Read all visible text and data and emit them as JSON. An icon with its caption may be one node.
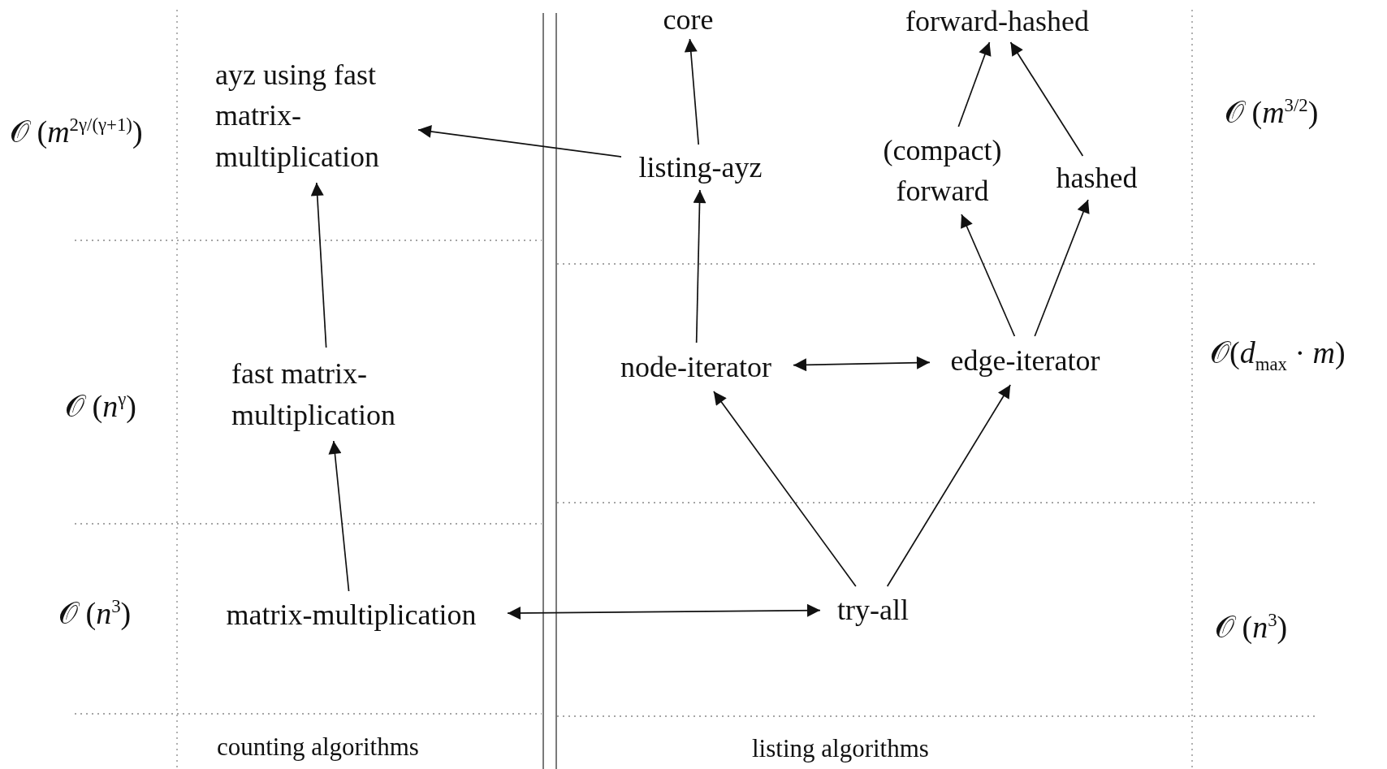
{
  "diagram": {
    "nodes": [
      {
        "text": [
          "ayz using fast matrix-multiplication"
        ]
      },
      {
        "text": [
          "fast matrix-multiplication"
        ]
      },
      {
        "text": [
          "matrix-multiplication"
        ]
      },
      {
        "text": [
          "core"
        ]
      },
      {
        "text": [
          "forward-hashed"
        ]
      },
      {
        "text": [
          "listing-ayz"
        ]
      },
      {
        "text": [
          "(compact) forward"
        ]
      },
      {
        "text": [
          "hashed"
        ]
      },
      {
        "text": [
          "node-iterator"
        ]
      },
      {
        "text": [
          "edge-iterator"
        ]
      },
      {
        "text": [
          "try-all"
        ]
      }
    ],
    "edges": [
      {
        "from": 5,
        "to": 0,
        "arrow": "to"
      },
      {
        "from": 1,
        "to": 0,
        "arrow": "to"
      },
      {
        "from": 2,
        "to": 1,
        "arrow": "to"
      },
      {
        "from": 2,
        "to": 10,
        "arrow": "both"
      },
      {
        "from": 5,
        "to": 3,
        "arrow": "to"
      },
      {
        "from": 8,
        "to": 5,
        "arrow": "to"
      },
      {
        "from": 6,
        "to": 4,
        "arrow": "to"
      },
      {
        "from": 7,
        "to": 4,
        "arrow": "to"
      },
      {
        "from": 8,
        "to": 9,
        "arrow": "both"
      },
      {
        "from": 9,
        "to": 6,
        "arrow": "to"
      },
      {
        "from": 9,
        "to": 7,
        "arrow": "to"
      },
      {
        "from": 10,
        "to": 8,
        "arrow": "to"
      },
      {
        "from": 10,
        "to": 9,
        "arrow": "to"
      }
    ],
    "labels": [
      "𝒪 (*m*$^{2γ/(γ+1)}$)",
      "𝒪 (*m*$^{3/2}$)",
      "𝒪(*d*$_{max}$ · *m*)",
      "𝒪 (*n*$^{γ}$)",
      "𝒪 (*n*$^{3}$)",
      "𝒪 (*n*$^{3}$)",
      "counting algorithms",
      "listing algorithms"
    ]
  }
}
